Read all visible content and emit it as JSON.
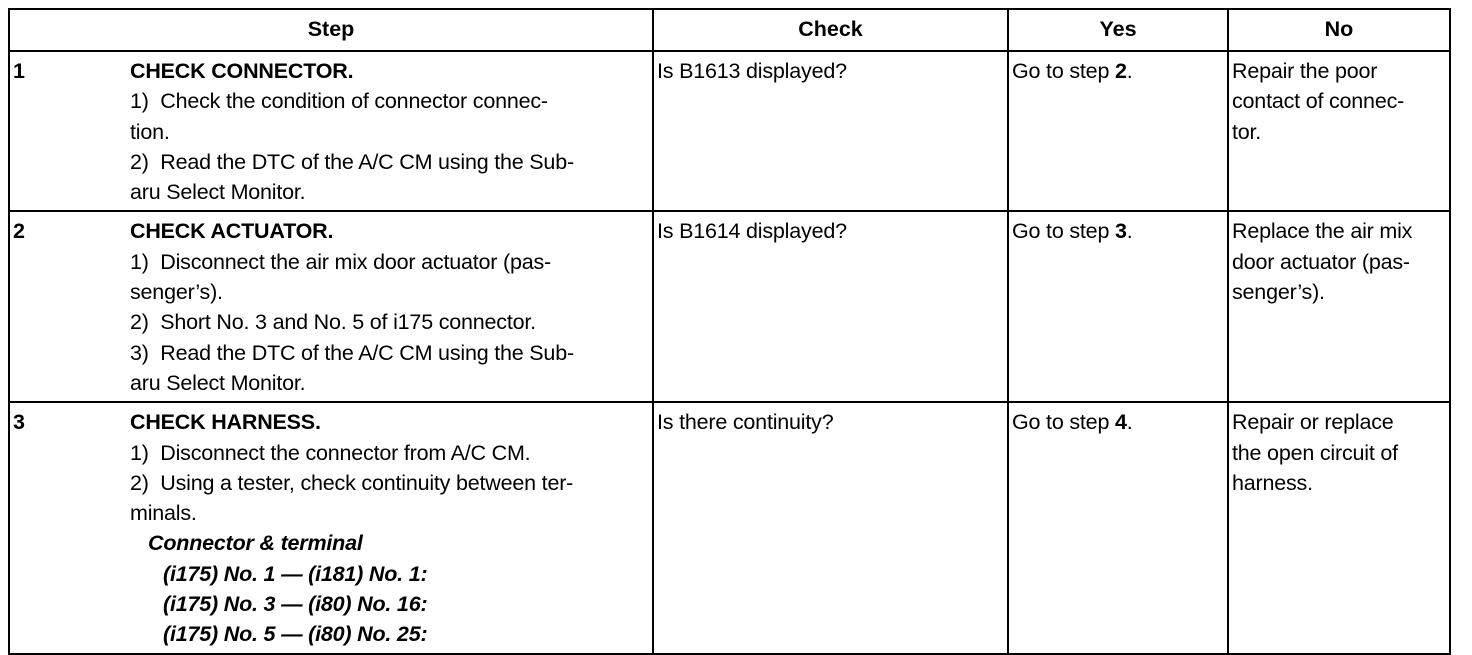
{
  "headers": {
    "step": "Step",
    "check": "Check",
    "yes": "Yes",
    "no": "No"
  },
  "rows": [
    {
      "num": "1",
      "title": "CHECK CONNECTOR.",
      "lines": [
        "1)  Check the condition of connector connec-",
        "tion.",
        "2)  Read the DTC of the A/C CM using the Sub-",
        "aru Select Monitor."
      ],
      "check": "Is B1613 displayed?",
      "yes_prefix": "Go to step ",
      "yes_step": "2",
      "yes_suffix": ".",
      "no_lines": [
        "Repair the poor",
        "contact of connec-",
        "tor."
      ]
    },
    {
      "num": "2",
      "title": "CHECK ACTUATOR.",
      "lines": [
        "1)  Disconnect the air mix door actuator (pas-",
        "senger’s).",
        "2)  Short No. 3 and No. 5 of i175 connector.",
        "3)  Read the DTC of the A/C CM using the Sub-",
        "aru Select Monitor."
      ],
      "check": "Is B1614 displayed?",
      "yes_prefix": "Go to step ",
      "yes_step": "3",
      "yes_suffix": ".",
      "no_lines": [
        "Replace the air mix",
        "door actuator (pas-",
        "senger’s)."
      ]
    },
    {
      "num": "3",
      "title": "CHECK HARNESS.",
      "lines": [
        "1)  Disconnect the connector from A/C CM.",
        "2)  Using a tester, check continuity between ter-",
        "minals."
      ],
      "connector_title": "Connector & terminal",
      "connector_items": [
        "(i175) No. 1 — (i181) No. 1:",
        "(i175) No. 3 — (i80) No. 16:",
        "(i175) No. 5 — (i80) No. 25:"
      ],
      "check": "Is there continuity?",
      "yes_prefix": "Go to step ",
      "yes_step": "4",
      "yes_suffix": ".",
      "no_lines": [
        "Repair or replace",
        "the open circuit of",
        "harness."
      ]
    }
  ]
}
